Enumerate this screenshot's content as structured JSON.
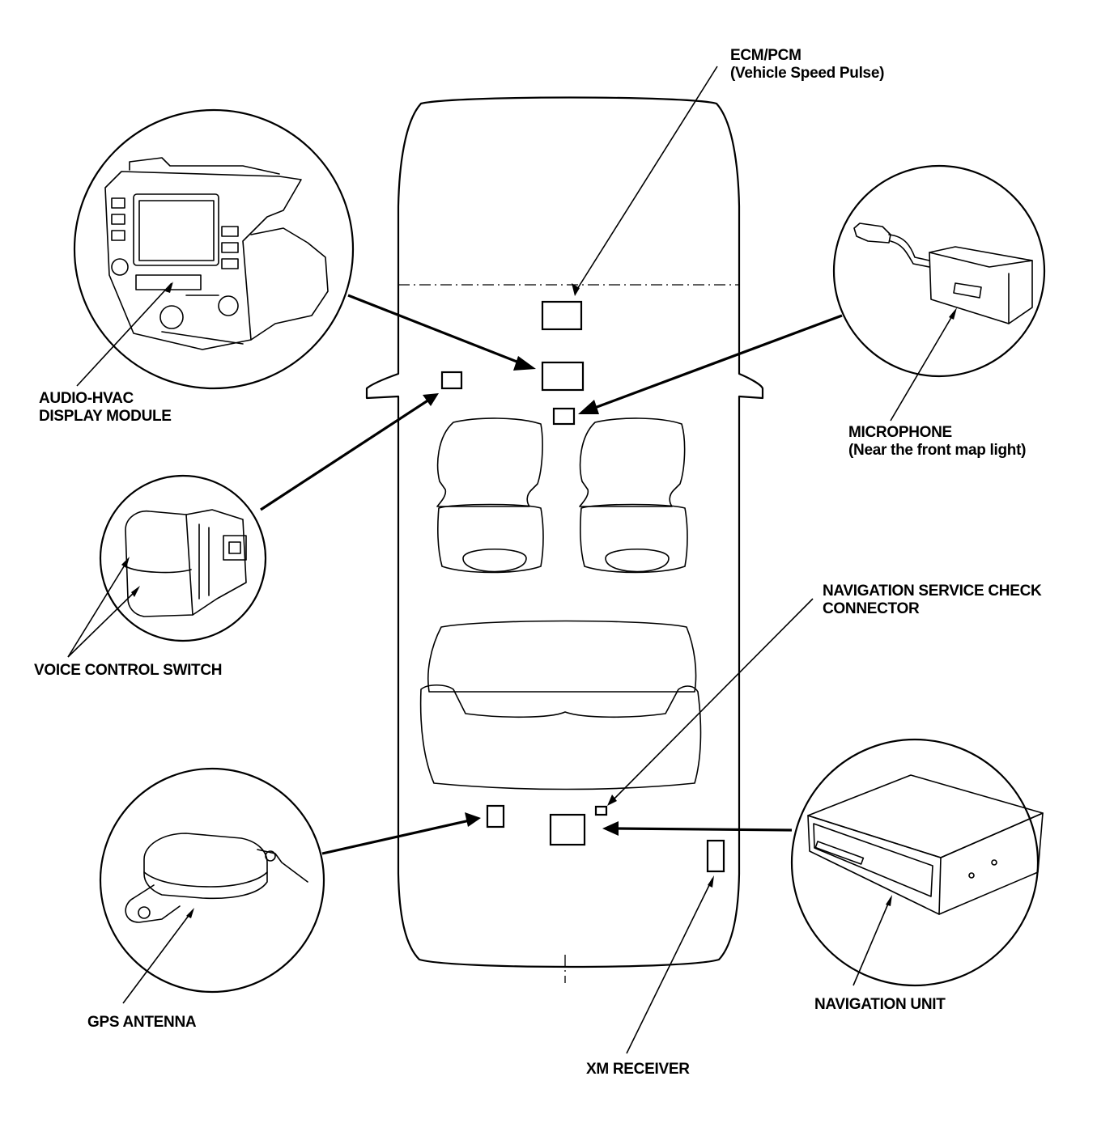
{
  "labels": {
    "ecm_pcm": [
      "ECM/PCM",
      "(Vehicle Speed Pulse)"
    ],
    "audio_hvac": [
      "AUDIO-HVAC",
      "DISPLAY MODULE"
    ],
    "microphone": [
      "MICROPHONE",
      "(Near the front map light)"
    ],
    "voice_switch": [
      "VOICE CONTROL SWITCH"
    ],
    "nav_check": [
      "NAVIGATION SERVICE CHECK",
      "CONNECTOR"
    ],
    "gps_antenna": [
      "GPS ANTENNA"
    ],
    "nav_unit": [
      "NAVIGATION UNIT"
    ],
    "xm_receiver": [
      "XM RECEIVER"
    ]
  }
}
